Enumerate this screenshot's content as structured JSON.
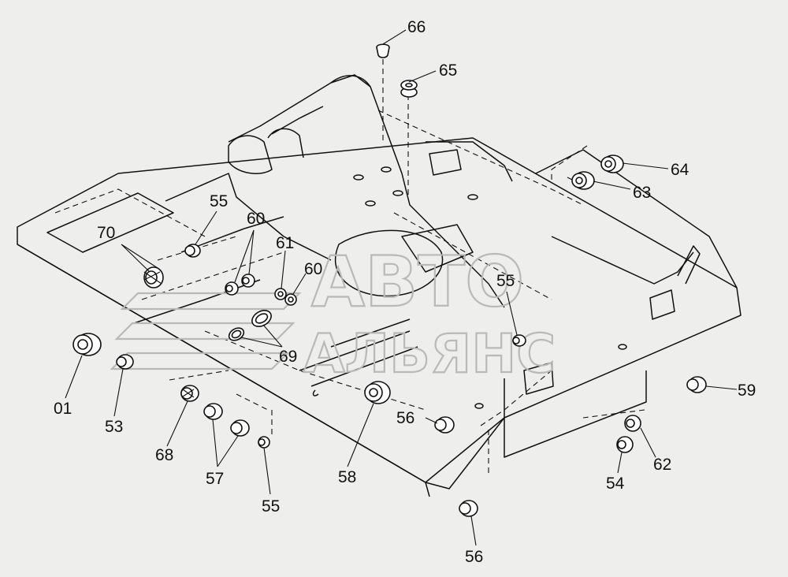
{
  "diagram": {
    "callouts": {
      "c66": "66",
      "c65": "65",
      "c64": "64",
      "c63": "63",
      "c70": "70",
      "c55a": "55",
      "c60a": "60",
      "c61": "61",
      "c60b": "60",
      "c55b": "55",
      "c69": "69",
      "c01": "01",
      "c53": "53",
      "c68": "68",
      "c57": "57",
      "c55c": "55",
      "c58": "58",
      "c56a": "56",
      "c59": "59",
      "c62": "62",
      "c54": "54",
      "c56b": "56"
    },
    "watermark": {
      "line1": "АВТО",
      "line2": "АЛЬЯНС"
    }
  }
}
